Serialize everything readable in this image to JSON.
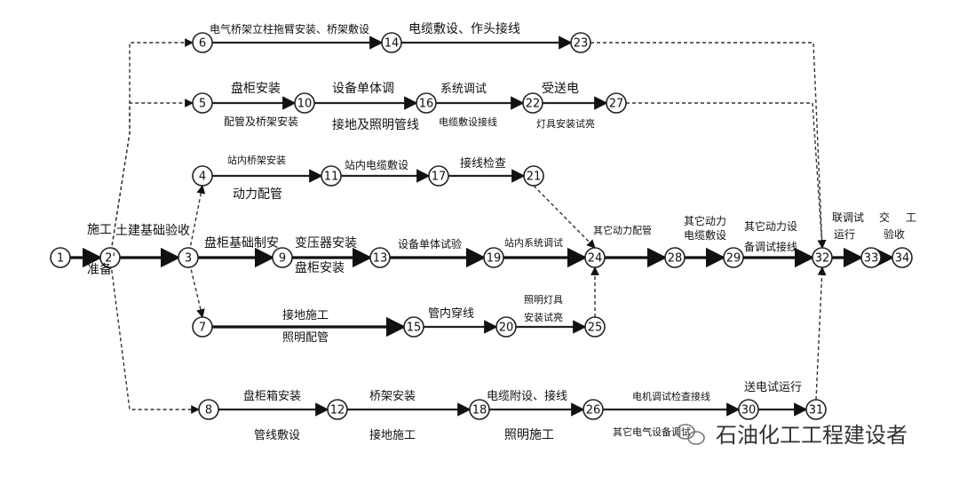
{
  "diagram": {
    "nodes": [
      {
        "id": "1",
        "label": "1"
      },
      {
        "id": "2",
        "label": "2'"
      },
      {
        "id": "3",
        "label": "3"
      },
      {
        "id": "4",
        "label": "4"
      },
      {
        "id": "5",
        "label": "5"
      },
      {
        "id": "6",
        "label": "6"
      },
      {
        "id": "7",
        "label": "7"
      },
      {
        "id": "8",
        "label": "8"
      },
      {
        "id": "9",
        "label": "9"
      },
      {
        "id": "10",
        "label": "10"
      },
      {
        "id": "11",
        "label": "11"
      },
      {
        "id": "12",
        "label": "12"
      },
      {
        "id": "13",
        "label": "13"
      },
      {
        "id": "14",
        "label": "14"
      },
      {
        "id": "15",
        "label": "15"
      },
      {
        "id": "16",
        "label": "16"
      },
      {
        "id": "17",
        "label": "17"
      },
      {
        "id": "18",
        "label": "18"
      },
      {
        "id": "19",
        "label": "19"
      },
      {
        "id": "20",
        "label": "20"
      },
      {
        "id": "21",
        "label": "21"
      },
      {
        "id": "22",
        "label": "22"
      },
      {
        "id": "23",
        "label": "23"
      },
      {
        "id": "24",
        "label": "24"
      },
      {
        "id": "25",
        "label": "25"
      },
      {
        "id": "26",
        "label": "26"
      },
      {
        "id": "27",
        "label": "27"
      },
      {
        "id": "28",
        "label": "28"
      },
      {
        "id": "29",
        "label": "29"
      },
      {
        "id": "30",
        "label": "30"
      },
      {
        "id": "31",
        "label": "31"
      },
      {
        "id": "32",
        "label": "32"
      },
      {
        "id": "33",
        "label": "33"
      },
      {
        "id": "34",
        "label": "34"
      }
    ],
    "edges": [
      {
        "from": "1",
        "to": "2",
        "style": "thick"
      },
      {
        "from": "2",
        "to": "3",
        "style": "thick"
      },
      {
        "from": "2",
        "to": "6",
        "style": "dash"
      },
      {
        "from": "2",
        "to": "5",
        "style": "dash"
      },
      {
        "from": "2",
        "to": "8",
        "style": "dash"
      },
      {
        "from": "3",
        "to": "4",
        "style": "dash"
      },
      {
        "from": "3",
        "to": "7",
        "style": "dash"
      },
      {
        "from": "3",
        "to": "9",
        "style": "thick"
      },
      {
        "from": "6",
        "to": "14",
        "style": "solid"
      },
      {
        "from": "14",
        "to": "23",
        "style": "solid"
      },
      {
        "from": "5",
        "to": "10",
        "style": "solid"
      },
      {
        "from": "10",
        "to": "16",
        "style": "solid"
      },
      {
        "from": "16",
        "to": "22",
        "style": "solid"
      },
      {
        "from": "22",
        "to": "27",
        "style": "solid"
      },
      {
        "from": "4",
        "to": "11",
        "style": "solid"
      },
      {
        "from": "11",
        "to": "17",
        "style": "solid"
      },
      {
        "from": "17",
        "to": "21",
        "style": "solid"
      },
      {
        "from": "9",
        "to": "13",
        "style": "thick"
      },
      {
        "from": "13",
        "to": "19",
        "style": "thick"
      },
      {
        "from": "19",
        "to": "24",
        "style": "thick"
      },
      {
        "from": "24",
        "to": "28",
        "style": "thick"
      },
      {
        "from": "28",
        "to": "29",
        "style": "thick"
      },
      {
        "from": "29",
        "to": "32",
        "style": "thick"
      },
      {
        "from": "32",
        "to": "33",
        "style": "thick"
      },
      {
        "from": "33",
        "to": "34",
        "style": "thick"
      },
      {
        "from": "21",
        "to": "24",
        "style": "dash"
      },
      {
        "from": "25",
        "to": "24",
        "style": "dash"
      },
      {
        "from": "7",
        "to": "15",
        "style": "thick"
      },
      {
        "from": "15",
        "to": "20",
        "style": "solid"
      },
      {
        "from": "20",
        "to": "25",
        "style": "solid"
      },
      {
        "from": "8",
        "to": "12",
        "style": "solid"
      },
      {
        "from": "12",
        "to": "18",
        "style": "solid"
      },
      {
        "from": "18",
        "to": "26",
        "style": "solid"
      },
      {
        "from": "26",
        "to": "30",
        "style": "solid"
      },
      {
        "from": "30",
        "to": "31",
        "style": "solid"
      },
      {
        "from": "31",
        "to": "32",
        "style": "dash"
      },
      {
        "from": "23",
        "to": "32",
        "style": "dash"
      },
      {
        "from": "27",
        "to": "32",
        "style": "dash"
      }
    ],
    "labels": [
      {
        "key": "l1",
        "text": "施工"
      },
      {
        "key": "l2",
        "text": "准备"
      },
      {
        "key": "l3",
        "text": "土建基础验收"
      },
      {
        "key": "l4",
        "text": "电气桥架立柱拖臂安装、桥架敷设"
      },
      {
        "key": "l5",
        "text": "电缆敷设、作头接线"
      },
      {
        "key": "l6",
        "text": "盘柜安装"
      },
      {
        "key": "l7",
        "text": "配管及桥架安装"
      },
      {
        "key": "l8",
        "text": "设备单体调"
      },
      {
        "key": "l9",
        "text": "接地及照明管线"
      },
      {
        "key": "l10",
        "text": "系统调试"
      },
      {
        "key": "l11",
        "text": "电缆敷设接线"
      },
      {
        "key": "l12",
        "text": "受送电"
      },
      {
        "key": "l13",
        "text": "灯具安装试亮"
      },
      {
        "key": "l14",
        "text": "站内桥架安装"
      },
      {
        "key": "l15",
        "text": "动力配管"
      },
      {
        "key": "l16",
        "text": "站内电缆敷设"
      },
      {
        "key": "l17",
        "text": "接线检查"
      },
      {
        "key": "l18",
        "text": "盘柜基础制安"
      },
      {
        "key": "l19",
        "text": "变压器安装"
      },
      {
        "key": "l20",
        "text": "盘柜安装"
      },
      {
        "key": "l21",
        "text": "设备单体试验"
      },
      {
        "key": "l22",
        "text": "站内系统调试"
      },
      {
        "key": "l23",
        "text": "其它动力配管"
      },
      {
        "key": "l24",
        "text": "其它动力"
      },
      {
        "key": "l25",
        "text": "电缆敷设"
      },
      {
        "key": "l26",
        "text": "其它动力设"
      },
      {
        "key": "l27",
        "text": "备调试接线"
      },
      {
        "key": "l28",
        "text": "联调试"
      },
      {
        "key": "l29",
        "text": "运行"
      },
      {
        "key": "l30",
        "text": "交"
      },
      {
        "key": "l31",
        "text": "工"
      },
      {
        "key": "l32",
        "text": "验收"
      },
      {
        "key": "l33",
        "text": "接地施工"
      },
      {
        "key": "l34",
        "text": "照明配管"
      },
      {
        "key": "l35",
        "text": "管内穿线"
      },
      {
        "key": "l36",
        "text": "照明灯具"
      },
      {
        "key": "l37",
        "text": "安装试亮"
      },
      {
        "key": "l38",
        "text": "盘柜箱安装"
      },
      {
        "key": "l39",
        "text": "管线敷设"
      },
      {
        "key": "l40",
        "text": "桥架安装"
      },
      {
        "key": "l41",
        "text": "接地施工"
      },
      {
        "key": "l42",
        "text": "电缆附设、接线"
      },
      {
        "key": "l43",
        "text": "照明施工"
      },
      {
        "key": "l44",
        "text": "电机调试检查接线"
      },
      {
        "key": "l45",
        "text": "其它电气设备调试"
      },
      {
        "key": "l46",
        "text": "送电试运行"
      }
    ]
  },
  "watermark": {
    "text": "石油化工工程建设者",
    "icon": "wechat-icon"
  }
}
